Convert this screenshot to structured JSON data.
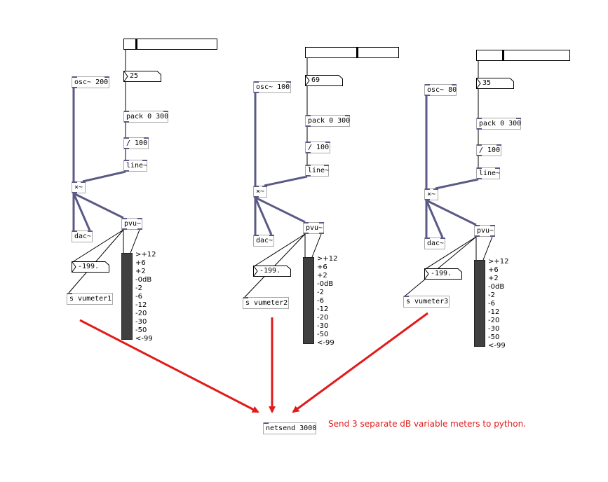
{
  "colors": {
    "thick_cord": "#5a5a85",
    "thin_cord": "#000000",
    "arrow": "#e21a1a",
    "vu_body": "#404040"
  },
  "patches": [
    {
      "osc": "osc~ 200",
      "number": "25",
      "pack": "pack 0 300",
      "divide": "/ 100",
      "line": "line~",
      "multiply": "×~",
      "dac": "dac~",
      "pvu": "pvu~",
      "db_atom": "-199.",
      "send": "s vumeter1",
      "slider_value": 0.12
    },
    {
      "osc": "osc~ 100",
      "number": "69",
      "pack": "pack 0 300",
      "divide": "/ 100",
      "line": "line~",
      "multiply": "×~",
      "dac": "dac~",
      "pvu": "pvu~",
      "db_atom": "-199.",
      "send": "s vumeter2",
      "slider_value": 0.55
    },
    {
      "osc": "osc~ 80",
      "number": "35",
      "pack": "pack 0 300",
      "divide": "/ 100",
      "line": "line~",
      "multiply": "×~",
      "dac": "dac~",
      "pvu": "pvu~",
      "db_atom": "-199.",
      "send": "s vumeter3",
      "slider_value": 0.28
    }
  ],
  "vu_scale": [
    ">+12",
    "+6",
    "+2",
    "-0dB",
    "-2",
    "-6",
    "-12",
    "-20",
    "-30",
    "-50",
    "<-99"
  ],
  "netsend": "netsend 3000",
  "note": "Send 3 separate dB variable meters to python."
}
